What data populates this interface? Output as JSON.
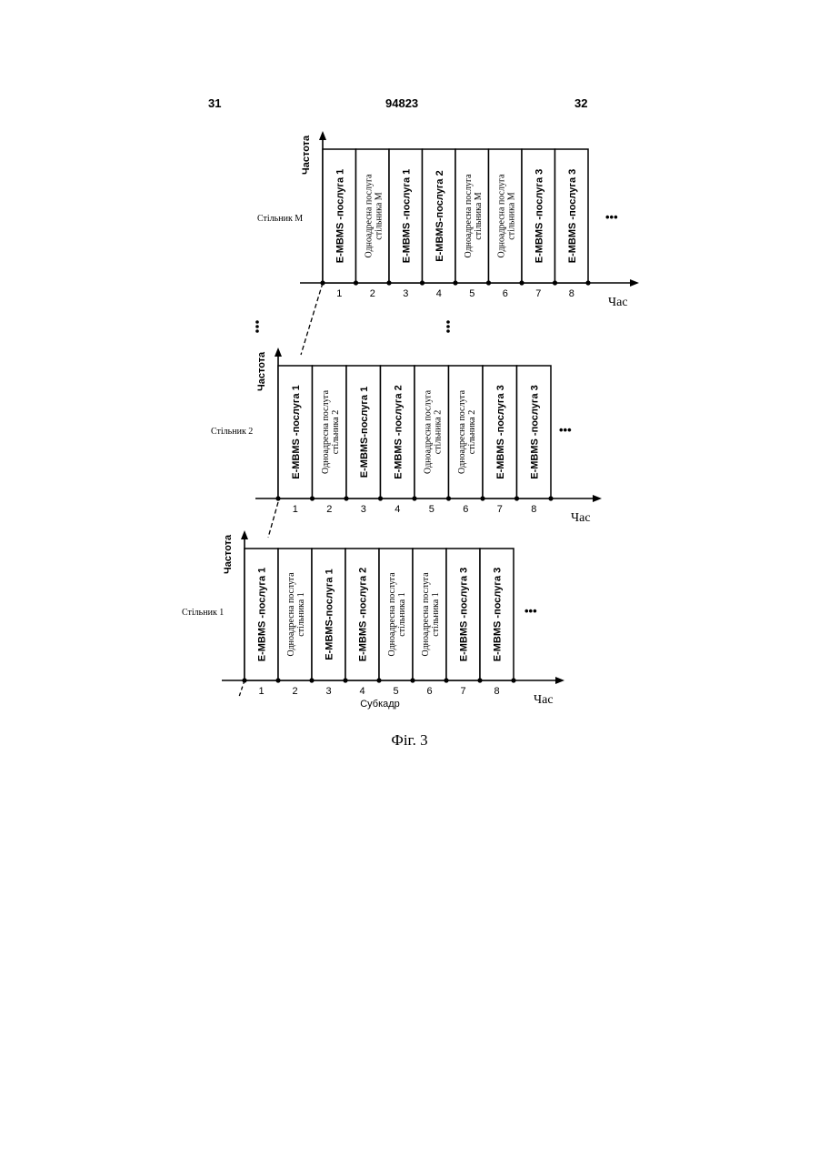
{
  "page": {
    "number_left": "31",
    "patent_number": "94823",
    "number_right": "32"
  },
  "figure": {
    "caption": "Фіг. 3",
    "freq_axis_label": "Частота",
    "time_axis_label": "Час",
    "subframe_label": "Субкадр",
    "continuation": "•••",
    "between_rows_dots": "⋮",
    "panels": [
      {
        "cell_name": "Стільник М",
        "blocks": [
          {
            "n": "1",
            "lines": [
              "E-MBMS -послуга 1"
            ],
            "style": "sans"
          },
          {
            "n": "2",
            "lines": [
              "Одноадресна послуга",
              "стільника М"
            ],
            "style": "serif"
          },
          {
            "n": "3",
            "lines": [
              "E-MBMS -послуга 1"
            ],
            "style": "sans"
          },
          {
            "n": "4",
            "lines": [
              "E-MBMS-послуга 2"
            ],
            "style": "sans"
          },
          {
            "n": "5",
            "lines": [
              "Одноадресна послуга",
              "стільника М"
            ],
            "style": "serif"
          },
          {
            "n": "6",
            "lines": [
              "Одноадресна послуга",
              "стільника М"
            ],
            "style": "serif"
          },
          {
            "n": "7",
            "lines": [
              "E-MBMS -послуга 3"
            ],
            "style": "sans"
          },
          {
            "n": "8",
            "lines": [
              "E-MBMS -послуга 3"
            ],
            "style": "sans"
          }
        ]
      },
      {
        "cell_name": "Стільник 2",
        "blocks": [
          {
            "n": "1",
            "lines": [
              "E-MBMS -послуга 1"
            ],
            "style": "sans"
          },
          {
            "n": "2",
            "lines": [
              "Одноадресна послуга",
              "стільника 2"
            ],
            "style": "serif"
          },
          {
            "n": "3",
            "lines": [
              "E-MBMS-послуга 1"
            ],
            "style": "sans"
          },
          {
            "n": "4",
            "lines": [
              "E-MBMS -послуга 2"
            ],
            "style": "sans"
          },
          {
            "n": "5",
            "lines": [
              "Одноадресна послуга",
              "стільника 2"
            ],
            "style": "serif"
          },
          {
            "n": "6",
            "lines": [
              "Одноадресна послуга",
              "стільника 2"
            ],
            "style": "serif"
          },
          {
            "n": "7",
            "lines": [
              "E-MBMS -послуга 3"
            ],
            "style": "sans"
          },
          {
            "n": "8",
            "lines": [
              "E-MBMS -послуга 3"
            ],
            "style": "sans"
          }
        ]
      },
      {
        "cell_name": "Стільник 1",
        "blocks": [
          {
            "n": "1",
            "lines": [
              "E-MBMS -послуга 1"
            ],
            "style": "sans"
          },
          {
            "n": "2",
            "lines": [
              "Одноадресна послуга",
              "стільника 1"
            ],
            "style": "serif"
          },
          {
            "n": "3",
            "lines": [
              "E-MBMS-послуга 1"
            ],
            "style": "sans"
          },
          {
            "n": "4",
            "lines": [
              "E-MBMS -послуга 2"
            ],
            "style": "sans"
          },
          {
            "n": "5",
            "lines": [
              "Одноадресна послуга",
              "стільника 1"
            ],
            "style": "serif"
          },
          {
            "n": "6",
            "lines": [
              "Одноадресна послуга",
              "стільника 1"
            ],
            "style": "serif"
          },
          {
            "n": "7",
            "lines": [
              "E-MBMS -послуга 3"
            ],
            "style": "sans"
          },
          {
            "n": "8",
            "lines": [
              "E-MBMS -послуга 3"
            ],
            "style": "sans"
          }
        ]
      }
    ]
  }
}
